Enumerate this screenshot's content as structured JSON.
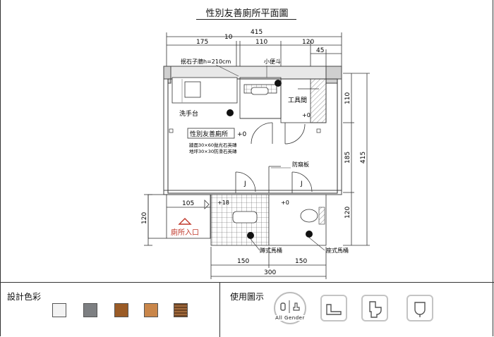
{
  "title": "性別友善廁所平面圖",
  "dims": {
    "top_total": "415",
    "top_10": "10",
    "top_175": "175",
    "top_110": "110",
    "top_120": "120",
    "top_45": "45",
    "right_110": "110",
    "right_185": "185",
    "right_120": "120",
    "right_total": "415",
    "left_120": "120",
    "left_105": "105",
    "bottom_150a": "150",
    "bottom_150b": "150",
    "bottom_300": "300"
  },
  "labels": {
    "wall": "抿石子牆h=210cm",
    "urinal": "小便斗",
    "sink": "洗手台",
    "tool_room": "工具間",
    "tool_level": "+0",
    "room_name": "性別友善廁所",
    "room_level": "+0",
    "wall_tile": "牆面30×60拋光石英磚",
    "floor_tile": "地坪30×30防滑石英磚",
    "anti_peep": "防窺板",
    "door_j1": "J",
    "door_j2": "J",
    "level_18": "+18",
    "level_0b": "+0",
    "entrance": "廁所入口",
    "squat": "蹲式馬桶",
    "western": "座式馬桶"
  },
  "footer": {
    "colors_label": "設計色彩",
    "icons_label": "使用圖示",
    "gender_text": "All Gender"
  },
  "colors": {
    "white": "#f3f3f3",
    "gray": "#7d7f82",
    "wood_dark": "#9a5b26",
    "wood_light": "#c9864a",
    "wood_grain": "#8a5a31",
    "entrance_red": "#c0392b"
  },
  "icons": [
    "all-gender-icon",
    "squat-toilet-icon",
    "western-toilet-icon",
    "urinal-icon"
  ]
}
